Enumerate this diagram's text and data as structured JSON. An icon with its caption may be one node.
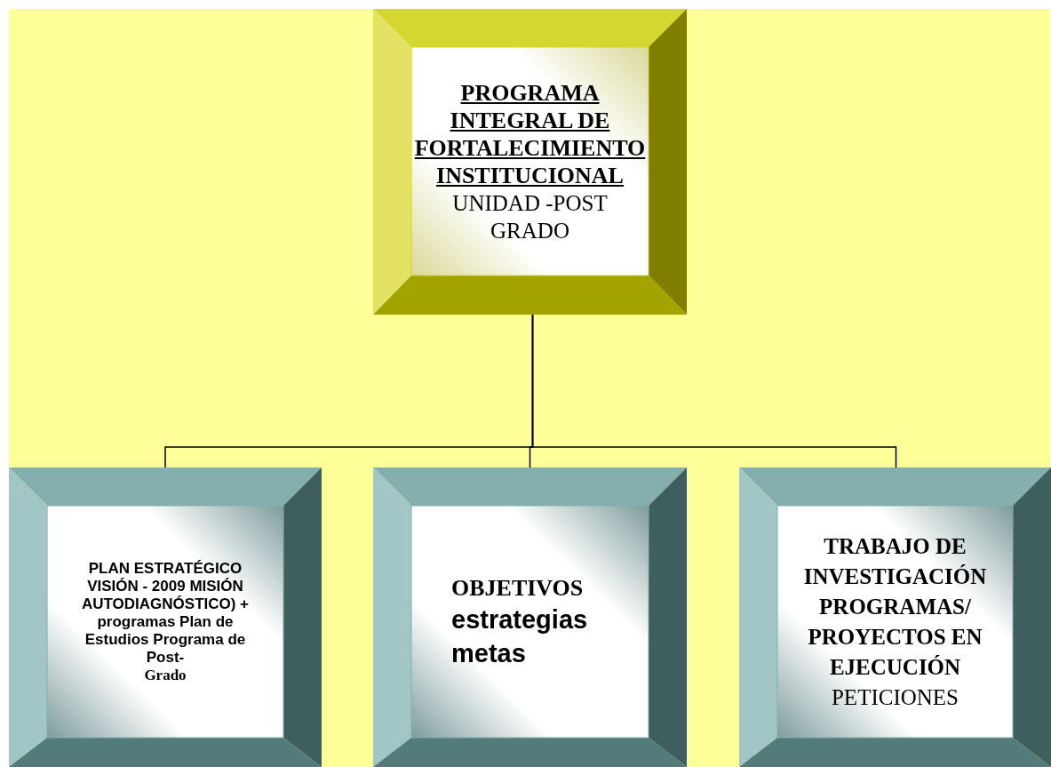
{
  "diagram": {
    "nodes": [
      {
        "text": [
          "PROGRAMA INTEGRAL DE FORTALECIMIENTO INSTITUCIONAL",
          "UNIDAD  -POST GRADO"
        ]
      },
      {
        "text": [
          "PLAN ESTRATÉGICO VISIÓN  - 2009 MISIÓN AUTODIAGNÓSTICO) + programas  Plan de Estudios Programa de Post-",
          "Grado"
        ]
      },
      {
        "text": [
          "OBJETIVOS",
          "estrategias metas"
        ]
      },
      {
        "text": [
          "TRABAJO DE INVESTIGACIÓN PROGRAMAS/ PROYECTOS EN EJECUCIÓN",
          "PETICIONES"
        ]
      }
    ],
    "edges": [
      {
        "from": 0,
        "to": 1,
        "arrow": "none"
      },
      {
        "from": 0,
        "to": 2,
        "arrow": "none"
      },
      {
        "from": 0,
        "to": 3,
        "arrow": "none"
      }
    ]
  }
}
